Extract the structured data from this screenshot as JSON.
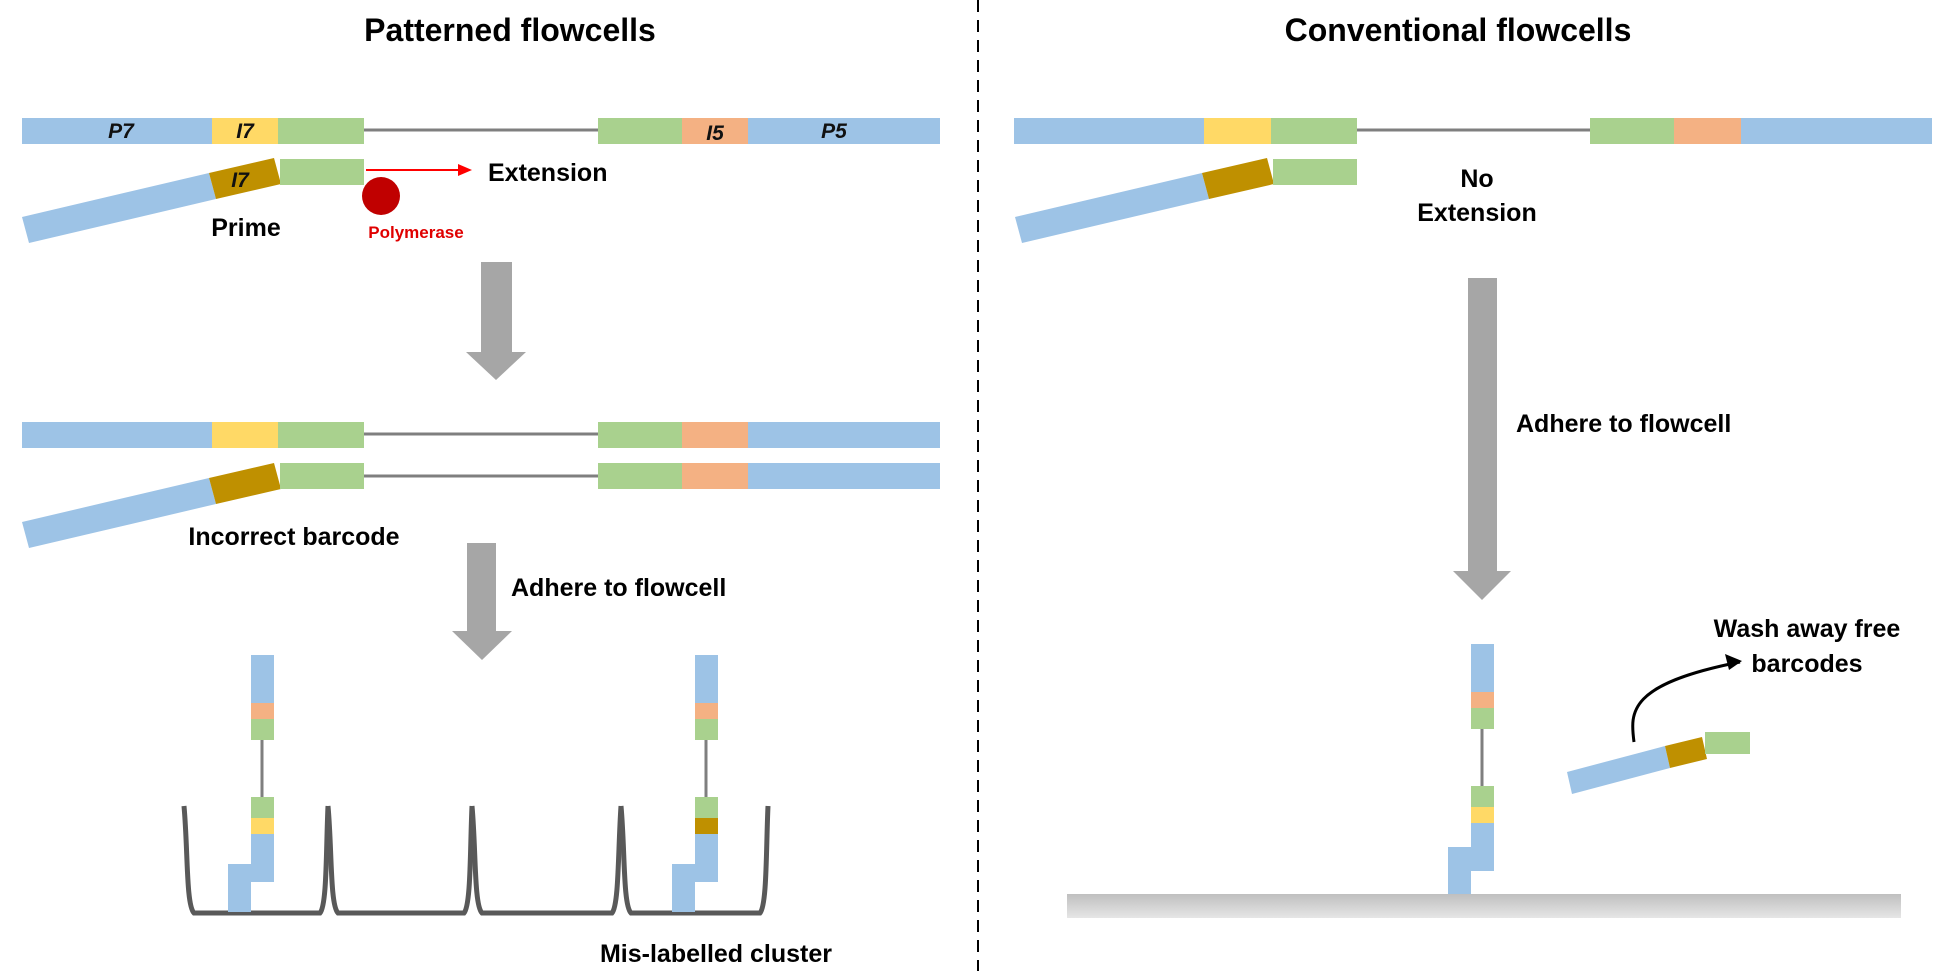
{
  "panels": {
    "left": {
      "title": "Patterned flowcells",
      "segment_labels": {
        "p7": "P7",
        "i7": "I7",
        "i5": "I5",
        "p5": "P5",
        "i7_wrong": "I7"
      },
      "extension": "Extension",
      "prime": "Prime",
      "polymerase": "Polymerase",
      "incorrect_barcode": "Incorrect barcode",
      "adhere": "Adhere to flowcell",
      "mislabelled": "Mis-labelled cluster"
    },
    "right": {
      "title": "Conventional flowcells",
      "no_extension_line1": "No",
      "no_extension_line2": "Extension",
      "adhere": "Adhere to flowcell",
      "wash_line1": "Wash away free",
      "wash_line2": "barcodes"
    }
  },
  "colors": {
    "adapter_blue": "#9dc3e6",
    "index_yellow": "#ffd966",
    "insert_green": "#a9d18e",
    "index_orange": "#f4b183",
    "wrong_index": "#bf9000",
    "arrow_gray": "#a6a6a6",
    "linker_gray": "#7f7f7f",
    "polymerase_red": "#c00000",
    "extension_arrow_red": "#ff0000",
    "well_dark": "#595959"
  }
}
